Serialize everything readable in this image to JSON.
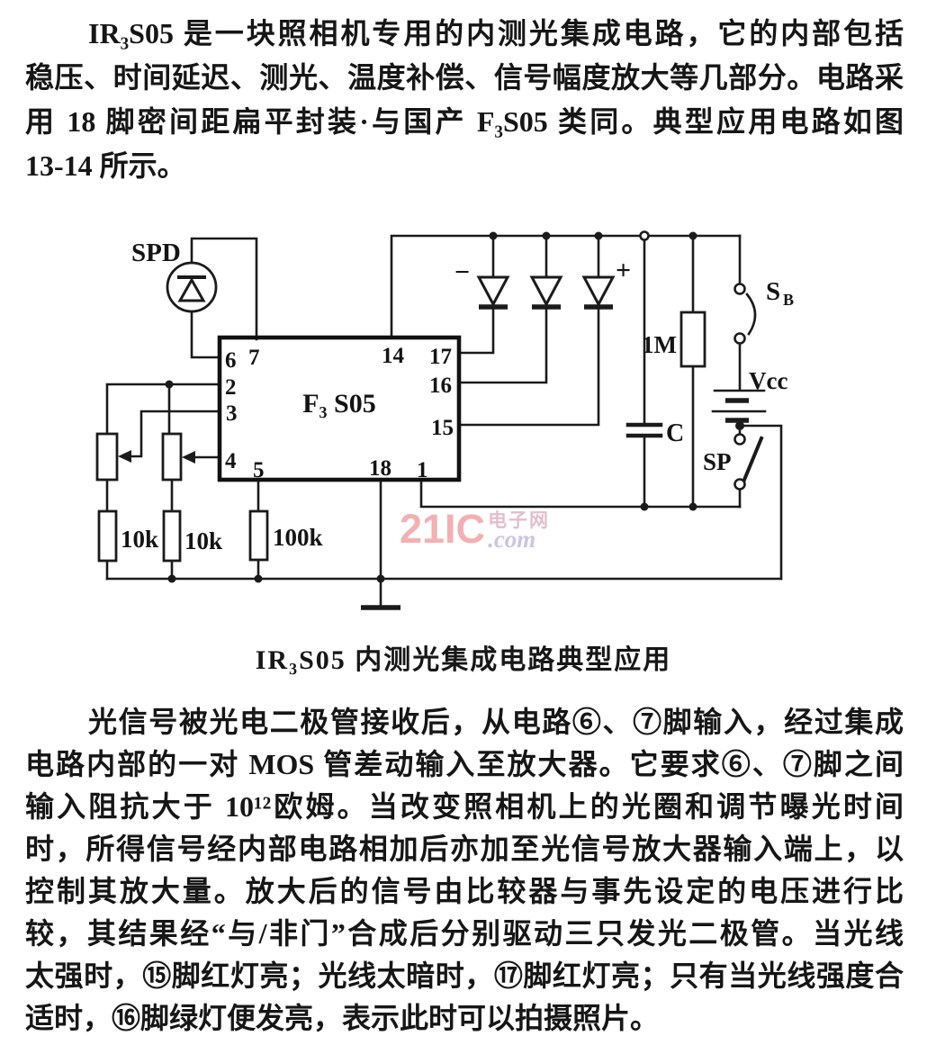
{
  "intro_paragraph": {
    "lines": [
      "IR₃S05 是一块照相机专用的内测光集成电路，它的内部包括",
      "稳压、时间延迟、测光、温度补偿、信号幅度放大等几部分。电路采",
      "用 18 脚密间距扁平封装·与国产 F₃S05 类同。典型应用电路如图",
      "13-14 所示。"
    ]
  },
  "circuit": {
    "caption": "IR₃S05 内测光集成电路典型应用",
    "ic_label": "F₃ S05",
    "pins": {
      "p6": "6",
      "p7": "7",
      "p2": "2",
      "p3": "3",
      "p4": "4",
      "p5": "5",
      "p14": "14",
      "p17": "17",
      "p16": "16",
      "p15": "15",
      "p18": "18",
      "p1": "1"
    },
    "labels": {
      "spd": "SPD",
      "r10k_a": "10k",
      "r10k_b": "10k",
      "r100k": "100k",
      "r_1m": "1M",
      "cap": "C",
      "sb": "S",
      "sb_sub": "B",
      "vcc": "Vcc",
      "sp": "SP",
      "minus": "−",
      "plus": "+"
    }
  },
  "watermark": {
    "brand": "21IC",
    "suffix_cn": "电子网",
    "suffix_com": ".com",
    "brand_color": "#f0a3a6",
    "cn_color": "#dfb3c4",
    "com_color": "#c4badd"
  },
  "body_paragraph": {
    "lines": [
      "光信号被光电二极管接收后，从电路⑥、⑦脚输入，经过集成",
      "电路内部的一对 MOS 管差动输入至放大器。它要求⑥、⑦脚之间",
      "输入阻抗大于 10¹²欧姆。当改变照相机上的光圈和调节曝光时间",
      "时，所得信号经内部电路相加后亦加至光信号放大器输入端上，以",
      "控制其放大量。放大后的信号由比较器与事先设定的电压进行比",
      "较，其结果经“与/非门”合成后分别驱动三只发光二极管。当光线",
      "太强时，⑮脚红灯亮；光线太暗时，⑰脚红灯亮；只有当光线强度合",
      "适时，⑯脚绿灯便发亮，表示此时可以拍摄照片。"
    ]
  }
}
